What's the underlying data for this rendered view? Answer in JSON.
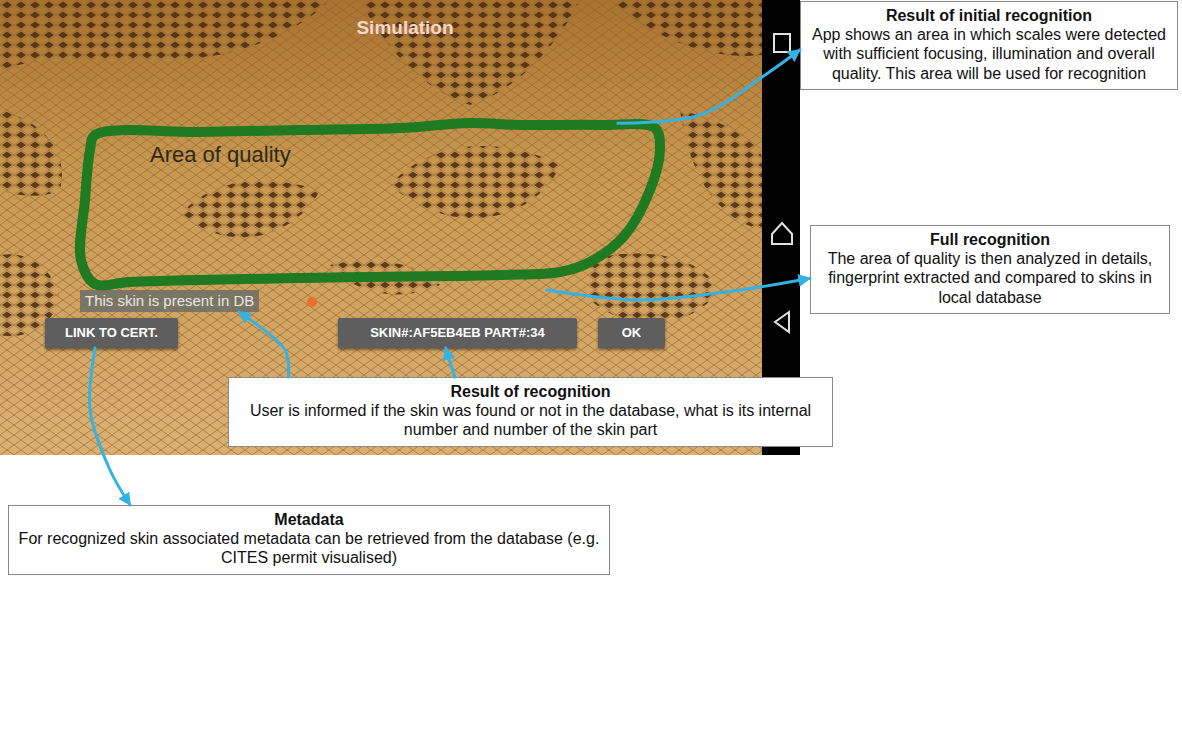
{
  "diagram": {
    "nodes": [
      {
        "text": [
          "Simulation"
        ]
      },
      {
        "text": [
          "Area of quality"
        ],
        "in": 0
      },
      {
        "text": [
          "Result of initial recognition",
          "App shows an area in which scales were detected with sufficient focusing, illumination and overall quality. This area will be used for recognition"
        ]
      },
      {
        "text": [
          "Full recognition",
          "The area of quality is then analyzed in details, fingerprint extracted and compared to skins in local database"
        ]
      },
      {
        "text": [
          "This skin is present in DB"
        ],
        "in": 0
      },
      {
        "text": [
          "LINK TO CERT."
        ],
        "in": 0
      },
      {
        "text": [
          "SKIN#:AF5EB4EB PART#:34"
        ],
        "in": 0
      },
      {
        "text": [
          "OK"
        ],
        "in": 0
      },
      {
        "text": [
          "Result of recognition",
          "User is informed if the skin was found or not in the database, what is its internal number and number of the skin part"
        ]
      },
      {
        "text": [
          "Metadata",
          "For recognized skin associated metadata can be retrieved from the database (e.g. CITES permit visualised)"
        ]
      }
    ],
    "edges": [
      {
        "from": 1,
        "to": 2,
        "arrow": "to"
      },
      {
        "from": 1,
        "to": 3,
        "arrow": "to"
      },
      {
        "from": 8,
        "to": 4,
        "arrow": "to"
      },
      {
        "from": 8,
        "to": 6,
        "arrow": "to"
      },
      {
        "from": 5,
        "to": 9,
        "arrow": "to"
      }
    ]
  }
}
